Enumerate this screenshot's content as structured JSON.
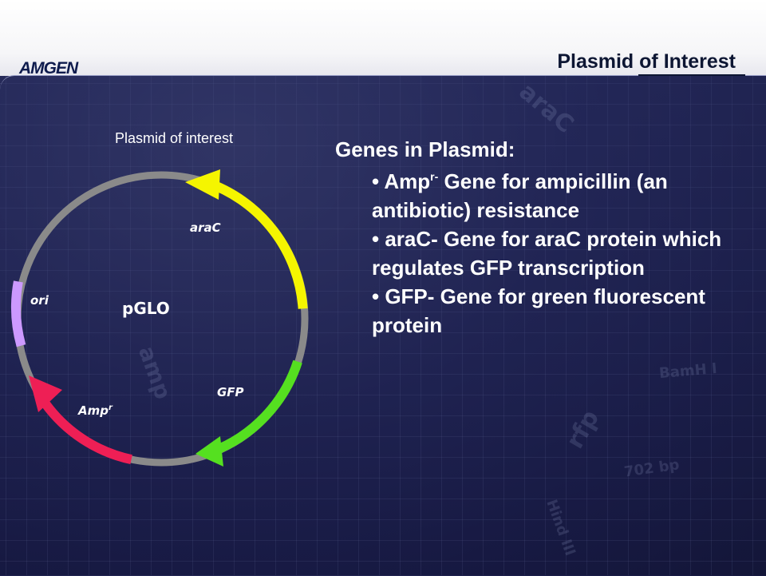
{
  "header": {
    "logo": "AMGEN",
    "title": "Plasmid of Interest"
  },
  "diagram": {
    "caption": "Plasmid of interest",
    "plasmid_name": "pGLO",
    "segments": {
      "araC": {
        "label": "araC",
        "color": "#f5f500"
      },
      "GFP": {
        "label": "GFP",
        "color": "#55e020"
      },
      "Amp": {
        "label": "Amp",
        "sup": "r",
        "color": "#ee1f55"
      },
      "ori": {
        "label": "ori",
        "color": "#cc99ff"
      }
    },
    "backbone_color": "#8a8a8a"
  },
  "content": {
    "heading": "Genes in Plasmid:",
    "bullets": [
      {
        "lead": "Amp",
        "sup": "r-",
        "text": " Gene for ampicillin (an antibiotic) resistance"
      },
      {
        "lead": "",
        "sup": "",
        "text": "araC- Gene for araC protein which regulates GFP transcription"
      },
      {
        "lead": "",
        "sup": "",
        "text": "GFP- Gene for green fluorescent protein"
      }
    ]
  },
  "background_watermark": [
    "araC",
    "BamH I",
    "rfp",
    "702 bp",
    "Hind III",
    "amp"
  ]
}
